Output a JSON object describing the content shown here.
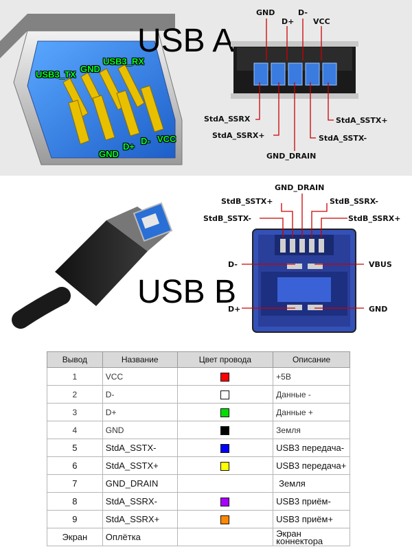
{
  "usb_a": {
    "title": "USB A",
    "plug_labels": {
      "usb3_tx": "USB3_TX",
      "gnd_top": "GND",
      "usb3_rx": "USB3_RX",
      "gnd_bottom": "GND",
      "d_plus": "D+",
      "d_minus": "D-",
      "vcc": "VCC"
    },
    "socket_labels": {
      "gnd": "GND",
      "d_plus": "D+",
      "d_minus": "D-",
      "vcc": "VCC",
      "ssrx_minus": "StdA_SSRX",
      "ssrx_plus": "StdA_SSRX+",
      "sstx_plus": "StdA_SSTX+",
      "sstx_minus": "StdA_SSTX-",
      "gnd_drain": "GND_DRAIN"
    }
  },
  "usb_b": {
    "title": "USB B",
    "socket_labels": {
      "gnd_drain": "GND_DRAIN",
      "sstx_plus": "StdB_SSTX+",
      "ssrx_minus": "StdB_SSRX-",
      "sstx_minus": "StdB_SSTX-",
      "ssrx_plus": "StdB_SSRX+",
      "d_minus": "D-",
      "vbus": "VBUS",
      "d_plus": "D+",
      "gnd": "GND"
    }
  },
  "table": {
    "headers": {
      "pin": "Вывод",
      "name": "Название",
      "color": "Цвет провода",
      "description": "Описание"
    },
    "rows": [
      {
        "pin": "1",
        "name": "VCC",
        "color": "#ff0000",
        "description": "+5В"
      },
      {
        "pin": "2",
        "name": "D-",
        "color": "#ffffff",
        "description": "Данные -"
      },
      {
        "pin": "3",
        "name": "D+",
        "color": "#00dd00",
        "description": "Данные +"
      },
      {
        "pin": "4",
        "name": "GND",
        "color": "#000000",
        "description": "Земля"
      },
      {
        "pin": "5",
        "name": "StdA_SSTX-",
        "color": "#0000ff",
        "description": "USB3 передача-"
      },
      {
        "pin": "6",
        "name": "StdA_SSTX+",
        "color": "#ffff00",
        "description": "USB3 передача+"
      },
      {
        "pin": "7",
        "name": "GND_DRAIN",
        "color": "",
        "description": "Земля"
      },
      {
        "pin": "8",
        "name": "StdA_SSRX-",
        "color": "#aa00ff",
        "description": "USB3 приём-"
      },
      {
        "pin": "9",
        "name": "StdA_SSRX+",
        "color": "#ff8800",
        "description": "USB3 приём+"
      },
      {
        "pin": "Экран",
        "name": "Оплётка",
        "color": "",
        "description_line1": "Экран",
        "description_line2": "коннектора"
      }
    ]
  }
}
